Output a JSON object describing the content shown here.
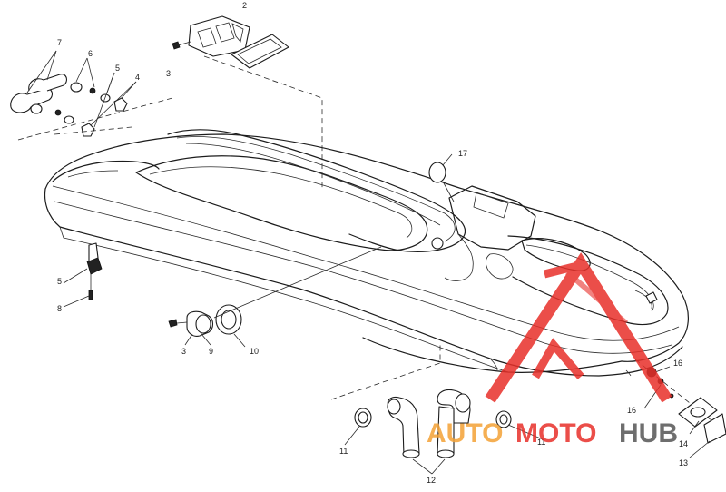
{
  "diagram": {
    "callouts": {
      "c2": "2",
      "c3a": "3",
      "c7": "7",
      "c6": "6",
      "c5a": "5",
      "c4": "4",
      "c17": "17",
      "c5b": "5",
      "c8": "8",
      "c3b": "3",
      "c9": "9",
      "c10": "10",
      "c16a": "16",
      "c16b": "16",
      "c11a": "11",
      "c11b": "11",
      "c14": "14",
      "c13": "13",
      "c12": "12"
    }
  },
  "watermark": {
    "text_auto": "AUTO",
    "text_moto": "MOTO",
    "text_hub": "HUB",
    "colors": {
      "red": "#e8302a",
      "orange": "#f4a236",
      "gray": "#555555"
    }
  }
}
